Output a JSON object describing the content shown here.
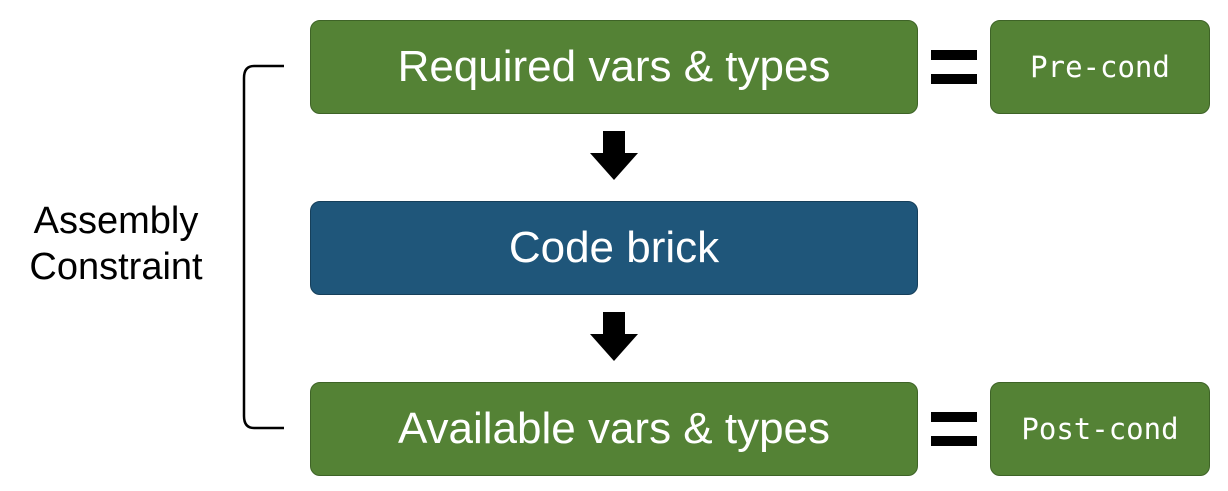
{
  "diagram": {
    "constraint_label": [
      "Assembly",
      "Constraint"
    ],
    "nodes": {
      "required": "Required vars & types",
      "code_brick": "Code brick",
      "available": "Available vars & types",
      "pre_cond": "Pre-cond",
      "post_cond": "Post-cond"
    },
    "colors": {
      "green_box": "#548235",
      "blue_box": "#1f567a",
      "text": "#ffffff",
      "arrow": "#000000"
    }
  }
}
